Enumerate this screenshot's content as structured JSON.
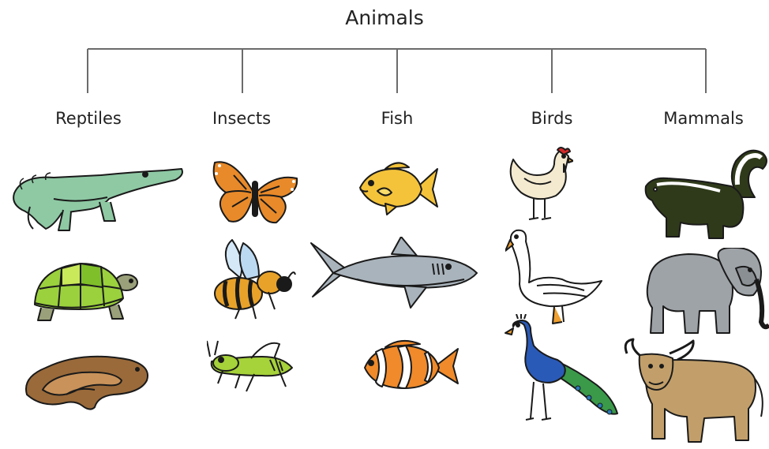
{
  "diagram": {
    "root": "Animals",
    "categories": [
      {
        "label": "Reptiles",
        "animals": [
          "alligator",
          "tortoise",
          "snake"
        ]
      },
      {
        "label": "Insects",
        "animals": [
          "butterfly",
          "bee",
          "grasshopper"
        ]
      },
      {
        "label": "Fish",
        "animals": [
          "goldfish",
          "shark",
          "clownfish"
        ]
      },
      {
        "label": "Birds",
        "animals": [
          "hen",
          "swan",
          "peacock"
        ]
      },
      {
        "label": "Mammals",
        "animals": [
          "skunk",
          "elephant",
          "yak"
        ]
      }
    ]
  },
  "colors": {
    "line": "#6b6b6b",
    "outline": "#1a1a1a"
  }
}
